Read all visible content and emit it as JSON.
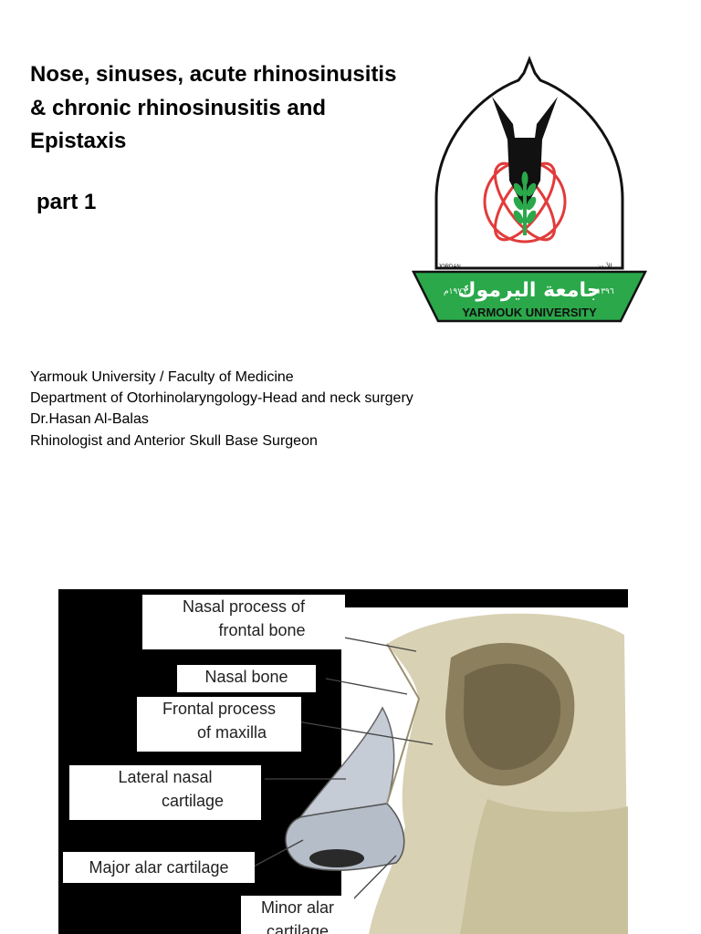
{
  "slide": {
    "title_lines": [
      "Nose, sinuses, acute rhinosinusitis",
      "& chronic rhinosinusitis and",
      "Epistaxis"
    ],
    "part": "part 1",
    "info_lines": [
      "Yarmouk University / Faculty of Medicine",
      "Department of Otorhinolaryngology-Head and neck surgery",
      "Dr.Hasan Al-Balas",
      "Rhinologist and Anterior Skull Base Surgeon"
    ]
  },
  "logo": {
    "arabic_name": "جامعة اليرموك",
    "english_name": "YARMOUK UNIVERSITY",
    "country_en": "JORDAN",
    "country_ar": "الأردن",
    "year_left": "١٩٧٦م",
    "year_right": "١٣٩٦هـ",
    "colors": {
      "green": "#2aa84a",
      "red": "#e23b3b",
      "black": "#111111"
    }
  },
  "anatomy": {
    "labels": {
      "nasal_process_l1": "Nasal process of",
      "nasal_process_l2": "frontal bone",
      "nasal_bone": "Nasal bone",
      "frontal_process_l1": "Frontal process",
      "frontal_process_l2": "of maxilla",
      "lateral_nasal_l1": "Lateral nasal",
      "lateral_nasal_l2": "cartilage",
      "major_alar": "Major alar cartilage",
      "minor_alar_l1": "Minor alar",
      "minor_alar_l2": "cartilage"
    },
    "colors": {
      "bone": "#d9d1b4",
      "bone_shadow": "#b4aa86",
      "cartilage": "#c5ccd6",
      "background": "#000000"
    }
  }
}
